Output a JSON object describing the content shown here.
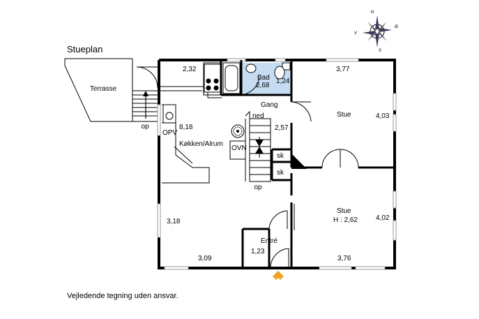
{
  "plan": {
    "title": "Stueplan",
    "disclaimer": "Vejledende tegning uden ansvar."
  },
  "compass": {
    "n": "N",
    "s": "S",
    "v": "V",
    "e": "Ø"
  },
  "rooms": {
    "terrasse": "Terrasse",
    "op_terrasse": "op",
    "opv": "OPV",
    "kitchen_area": "8,18",
    "kitchen_name": "Køkken/Alrum",
    "kitchen_top": "2,32",
    "bad_name": "Bad",
    "bad_area": "2,68",
    "bad_small": "1,24",
    "gang": "Gang",
    "ned": "ned",
    "gang_area": "2,57",
    "ovn": "OVN",
    "sk1": "sk",
    "sk2": "sk",
    "op_stair": "op",
    "stue1_top": "3,77",
    "stue1_name": "Stue",
    "stue1_right": "4,03",
    "stue2_name": "Stue",
    "stue2_height": "H : 2,62",
    "stue2_right": "4,02",
    "stue2_bottom": "3,76",
    "left_room_side": "3,18",
    "left_room_bottom": "3,09",
    "entre_name": "Entré",
    "entre_area": "1,23"
  },
  "colors": {
    "wall": "#000000",
    "bath_fill": "#c6dcf2",
    "window": "#c8c8c8",
    "entry_arrow": "#f0a020"
  }
}
